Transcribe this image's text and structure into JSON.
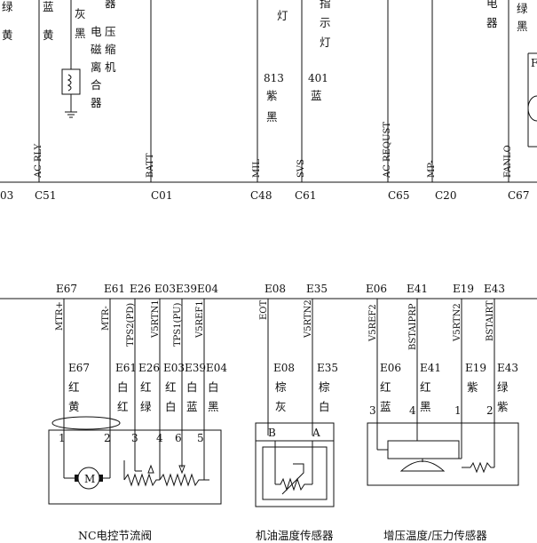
{
  "top": {
    "connectors": [
      {
        "id": "c-03",
        "text": "03"
      },
      {
        "id": "c-c51",
        "text": "C51"
      },
      {
        "id": "c-c01",
        "text": "C01"
      },
      {
        "id": "c-c48",
        "text": "C48"
      },
      {
        "id": "c-c61",
        "text": "C61"
      },
      {
        "id": "c-c65",
        "text": "C65"
      },
      {
        "id": "c-c20",
        "text": "C20"
      },
      {
        "id": "c-c67",
        "text": "C67"
      }
    ],
    "signals": [
      {
        "id": "s-acrly",
        "text": "AC RLY"
      },
      {
        "id": "s-batt",
        "text": "BATT"
      },
      {
        "id": "s-mil",
        "text": "MIL"
      },
      {
        "id": "s-svs",
        "text": "SVS"
      },
      {
        "id": "s-acreq",
        "text": "AC REQUST"
      },
      {
        "id": "s-mp",
        "text": "MP-"
      },
      {
        "id": "s-fanlo",
        "text": "FANLO"
      }
    ],
    "colors": [
      {
        "id": "col-lvhuang",
        "text": "绿黄"
      },
      {
        "id": "col-lanhuang",
        "text": "蓝黄"
      },
      {
        "id": "col-huihei",
        "text": "灰黑"
      },
      {
        "id": "col-813",
        "text": "813"
      },
      {
        "id": "col-zihei",
        "text": "紫黑"
      },
      {
        "id": "col-401",
        "text": "401"
      },
      {
        "id": "col-lan",
        "text": "蓝"
      },
      {
        "id": "col-lvhei",
        "text": "绿黑"
      }
    ],
    "components": [
      {
        "id": "comp-compressor",
        "text": "电磁离合器"
      },
      {
        "id": "comp-compressor2",
        "text": "压缩机"
      },
      {
        "id": "comp-lamp",
        "text": "灯"
      },
      {
        "id": "comp-svs",
        "text": "指示灯"
      },
      {
        "id": "comp-qi",
        "text": "器"
      },
      {
        "id": "comp-relay",
        "text": "电器"
      }
    ]
  },
  "bottom": {
    "throttle": {
      "caption": "NC电控节流阀",
      "pins_top": [
        "E67",
        "E61",
        "E26",
        "E03",
        "E39",
        "E04"
      ],
      "signals": [
        "MTR+",
        "MTR-",
        "TPS2(PD)",
        "V5RTN1",
        "TPS1(PU)",
        "V5REF1"
      ],
      "wire_ids": [
        "E67",
        "E61",
        "E26",
        "E03",
        "E39",
        "E04"
      ],
      "wire_colors": [
        "红黄",
        "白红",
        "红绿",
        "红白",
        "白蓝",
        "白黑"
      ],
      "pin_numbers": [
        "1",
        "2",
        "3",
        "4",
        "6",
        "5"
      ],
      "motor": "M"
    },
    "oil": {
      "caption": "机油温度传感器",
      "pins_top": [
        "E08",
        "E35"
      ],
      "signals": [
        "EOT",
        "V5RTN2"
      ],
      "wire_ids": [
        "E08",
        "E35"
      ],
      "wire_colors": [
        "棕灰",
        "棕白"
      ],
      "pin_letters": [
        "B",
        "A"
      ]
    },
    "boost": {
      "caption": "增压温度/压力传感器",
      "pins_top": [
        "E06",
        "E41",
        "E19",
        "E43"
      ],
      "signals": [
        "V5REF2",
        "BSTAIPRP",
        "V5RTN2",
        "BSTAIRT"
      ],
      "wire_ids": [
        "E06",
        "E41",
        "E19",
        "E43"
      ],
      "wire_colors": [
        "红蓝",
        "红黑",
        "紫",
        "绿紫"
      ],
      "pin_numbers": [
        "3",
        "4",
        "1",
        "2"
      ]
    }
  }
}
